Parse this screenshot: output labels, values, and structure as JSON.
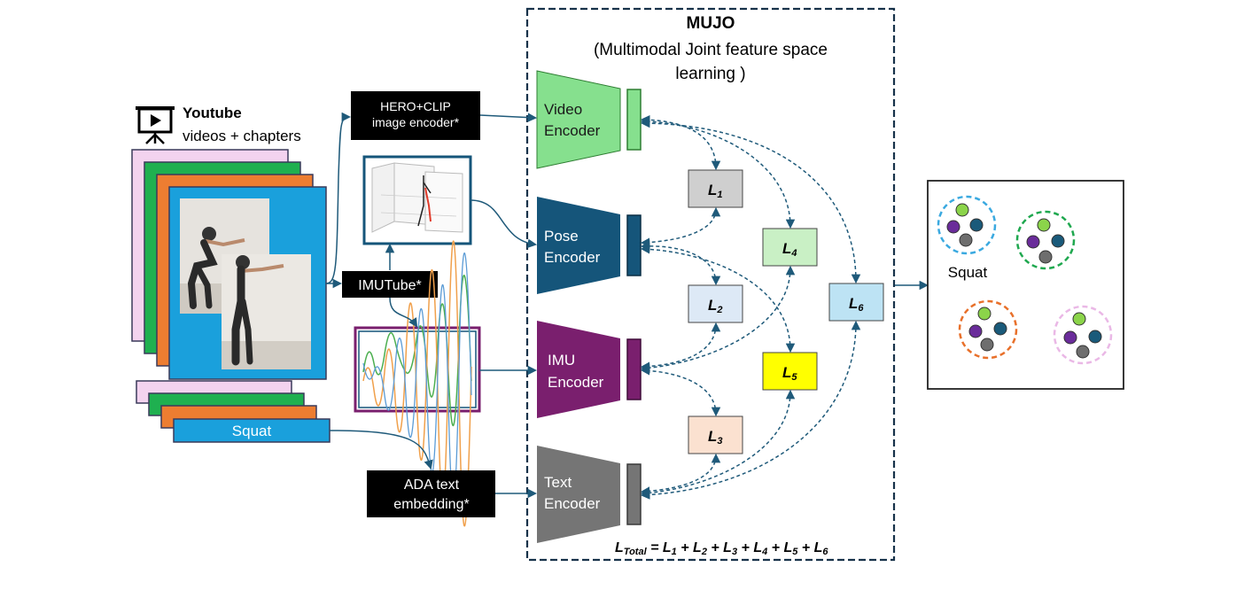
{
  "source": {
    "title": "Youtube",
    "subtitle": "videos + chapters",
    "label": "Squat"
  },
  "preprocess": {
    "image_encoder": [
      "HERO+CLIP",
      "image encoder*"
    ],
    "imutube": "IMUTube*",
    "text_embedding": [
      "ADA text",
      "embedding*"
    ]
  },
  "mujo": {
    "title": "MUJO",
    "subtitle_line1": "(Multimodal Joint feature space",
    "subtitle_line2": "learning )",
    "encoders": [
      {
        "line1": "Video",
        "line2": "Encoder",
        "color": "#86e08e",
        "text_color": "#1a1a1a"
      },
      {
        "line1": "Pose",
        "line2": "Encoder",
        "color": "#15557a",
        "text_color": "#ffffff"
      },
      {
        "line1": "IMU",
        "line2": "Encoder",
        "color": "#7a1f6e",
        "text_color": "#ffffff"
      },
      {
        "line1": "Text",
        "line2": "Encoder",
        "color": "#757575",
        "text_color": "#ffffff"
      }
    ],
    "losses": [
      {
        "label": "L",
        "sub": "1",
        "color": "#cfcfcf"
      },
      {
        "label": "L",
        "sub": "2",
        "color": "#dde9f6"
      },
      {
        "label": "L",
        "sub": "3",
        "color": "#fbe1d0"
      },
      {
        "label": "L",
        "sub": "4",
        "color": "#c9f0c5"
      },
      {
        "label": "L",
        "sub": "5",
        "color": "#ffff00"
      },
      {
        "label": "L",
        "sub": "6",
        "color": "#bde3f4"
      }
    ],
    "total": {
      "lhs": "L",
      "lhs_sub": "Total",
      "eq": " = ",
      "terms": [
        "1",
        "2",
        "3",
        "4",
        "5",
        "6"
      ]
    }
  },
  "output": {
    "label": "Squat",
    "cluster_colors": [
      "#3aa9e0",
      "#1fa84f",
      "#e8702a",
      "#eab8e6"
    ],
    "dot_colors": [
      "#8bd44a",
      "#6a2c9a",
      "#1a5a7a",
      "#6e6e6e"
    ]
  },
  "colors": {
    "arrow": "#1f5a7a",
    "frame_pink": "#f3d3ef",
    "frame_green": "#1fb050",
    "frame_orange": "#ed7d31",
    "frame_blue": "#1aa0dc"
  }
}
